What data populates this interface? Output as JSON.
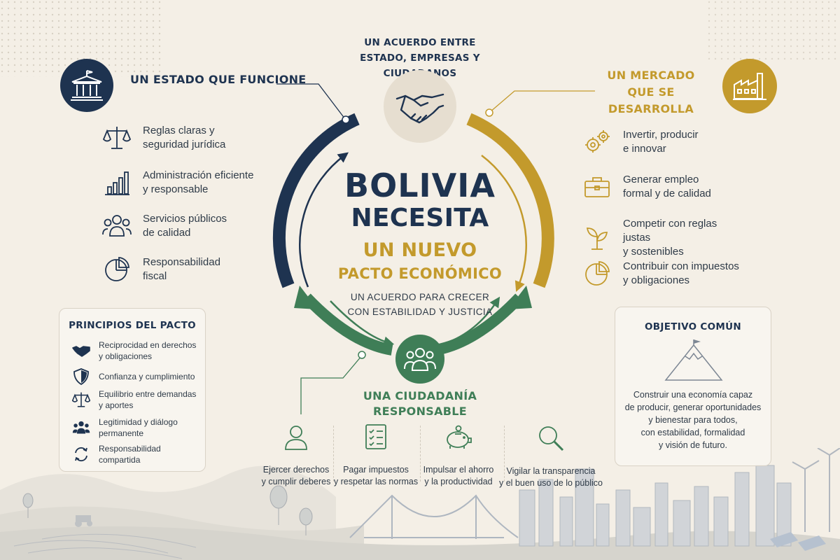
{
  "header": {
    "top_line1": "UN ACUERDO ENTRE",
    "top_line2": "ESTADO, EMPRESAS Y CIUDADANOS"
  },
  "center": {
    "title_line1": "BOLIVIA",
    "title_line2": "NECESITA",
    "highlight_line1": "UN NUEVO",
    "highlight_line2": "PACTO ECONÓMICO",
    "sub_line1": "UN ACUERDO PARA CRECER",
    "sub_line2": "CON ESTABILIDAD Y JUSTICIA"
  },
  "estado": {
    "title": "UN ESTADO QUE FUNCIONE",
    "icon": "government-building-icon",
    "items": [
      {
        "icon": "scales-icon",
        "line1": "Reglas claras y",
        "line2": "seguridad jurídica"
      },
      {
        "icon": "bar-chart-icon",
        "line1": "Administración eficiente",
        "line2": "y responsable"
      },
      {
        "icon": "people-icon",
        "line1": "Servicios públicos",
        "line2": "de calidad"
      },
      {
        "icon": "pie-chart-icon",
        "line1": "Responsabilidad",
        "line2": "fiscal"
      }
    ]
  },
  "mercado": {
    "title_line1": "UN MERCADO",
    "title_line2": "QUE SE DESARROLLA",
    "icon": "factory-icon",
    "items": [
      {
        "icon": "gears-icon",
        "line1": "Invertir, producir",
        "line2": "e innovar"
      },
      {
        "icon": "briefcase-icon",
        "line1": "Generar empleo",
        "line2": "formal y de calidad"
      },
      {
        "icon": "plant-icon",
        "line1": "Competir con reglas justas",
        "line2": "y sostenibles"
      },
      {
        "icon": "pie-chart-icon",
        "line1": "Contribuir con impuestos",
        "line2": "y obligaciones"
      }
    ]
  },
  "ciudadania": {
    "title_line1": "UNA CIUDADANÍA",
    "title_line2": "RESPONSABLE",
    "icon": "group-icon",
    "items": [
      {
        "icon": "person-icon",
        "line1": "Ejercer derechos",
        "line2": "y cumplir deberes"
      },
      {
        "icon": "checklist-icon",
        "line1": "Pagar impuestos",
        "line2": "y respetar las normas"
      },
      {
        "icon": "piggy-bank-icon",
        "line1": "Impulsar el ahorro",
        "line2": "y la productividad"
      },
      {
        "icon": "magnifier-icon",
        "line1": "Vigilar la transparencia",
        "line2": "y el buen uso de lo público"
      }
    ]
  },
  "principios": {
    "title": "PRINCIPIOS DEL PACTO",
    "items": [
      {
        "icon": "handshake-icon",
        "line1": "Reciprocidad en derechos",
        "line2": "y obligaciones"
      },
      {
        "icon": "shield-icon",
        "line1": "Confianza y cumplimiento",
        "line2": ""
      },
      {
        "icon": "scales-icon",
        "line1": "Equilibrio entre demandas",
        "line2": "y aportes"
      },
      {
        "icon": "people-icon",
        "line1": "Legitimidad y diálogo",
        "line2": "permanente"
      },
      {
        "icon": "cycle-arrows-icon",
        "line1": "Responsabilidad",
        "line2": "compartida"
      }
    ]
  },
  "objetivo": {
    "title": "OBJETIVO COMÚN",
    "icon": "mountain-flag-icon",
    "lines": [
      "Construir una economía capaz",
      "de producir, generar oportunidades",
      "y bienestar para todos,",
      "con estabilidad, formalidad",
      "y visión de futuro."
    ]
  },
  "colors": {
    "navy": "#1e3350",
    "gold": "#c39a2c",
    "green": "#3f7e57",
    "background": "#f4efe6"
  }
}
